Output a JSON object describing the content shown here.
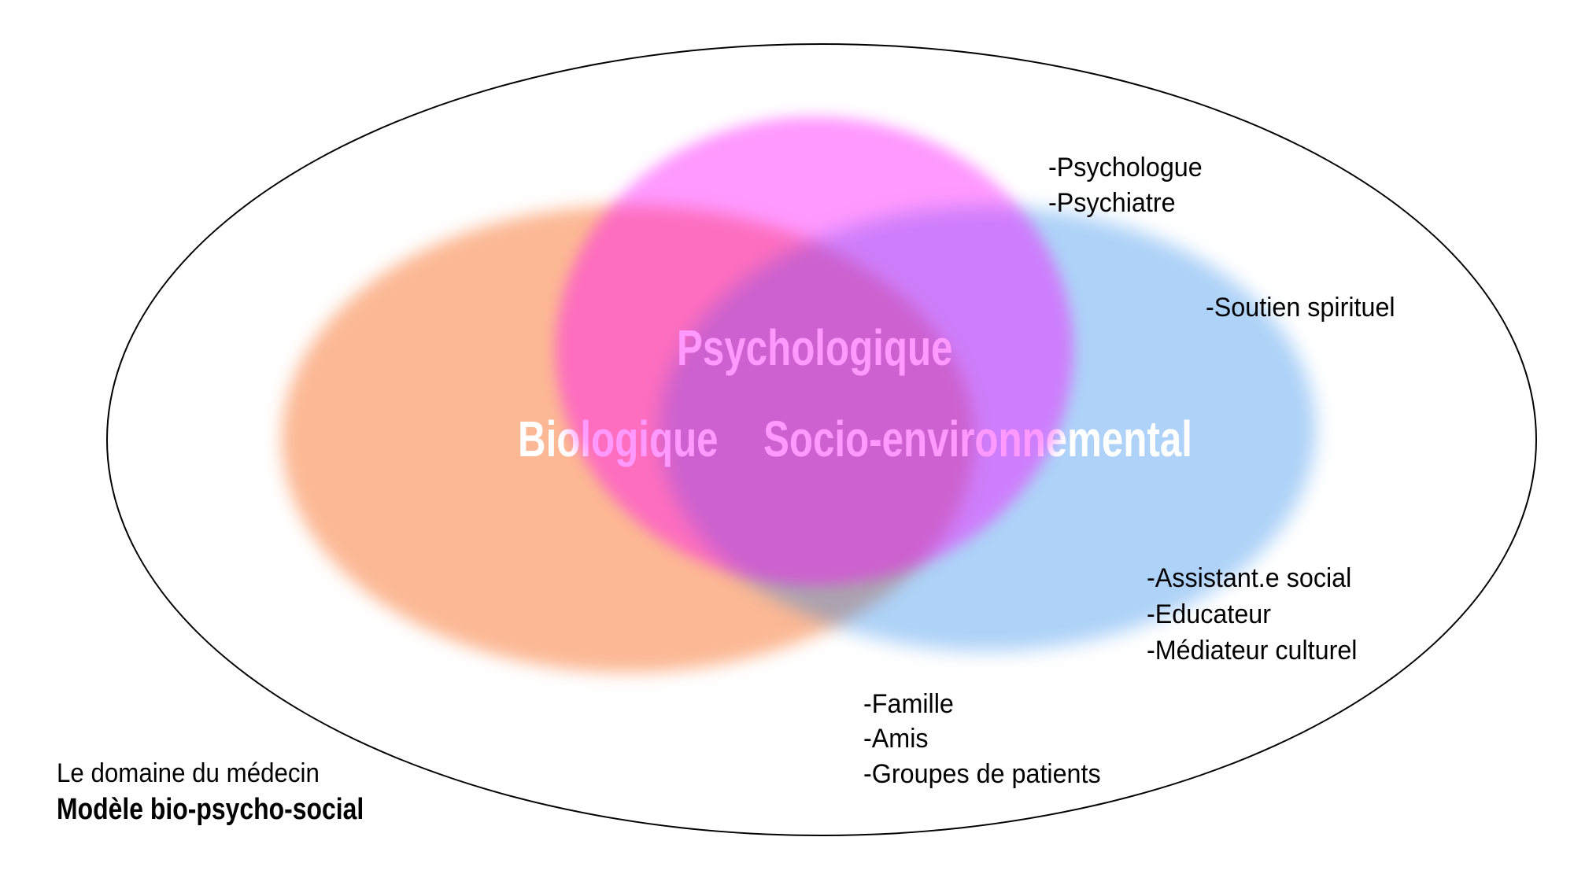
{
  "title": "Modèle bio-psycho-social",
  "colors": {
    "orange": "#FCB894",
    "magenta": "rgba(255,0,255,0.40)",
    "blue": "rgba(2,114,233,0.32)",
    "outline": "#000000",
    "text": "#000000",
    "label_text": "#FFFFFF"
  },
  "venn": {
    "circles": [
      {
        "id": "biological",
        "label": "Biologique"
      },
      {
        "id": "psychological",
        "label": "Psychologique"
      },
      {
        "id": "socio_environmental",
        "label": "Socio-environnemental"
      }
    ]
  },
  "labels": {
    "psychological": "Psychologique",
    "biological": "Biologique",
    "socio": "Socio-environnemental"
  },
  "annotations": {
    "psychologue": "-Psychologue",
    "psychiatre": "-Psychiatre",
    "soutien": "-Soutien spirituel",
    "assistant": "-Assistant.e social",
    "educateur": "-Educateur",
    "mediateur": "-Médiateur culturel",
    "famille": "-Famille",
    "amis": "-Amis",
    "groupes": "-Groupes de patients"
  },
  "caption": {
    "line1": "Le domaine du médecin",
    "line2": "Modèle bio-psycho-social"
  }
}
